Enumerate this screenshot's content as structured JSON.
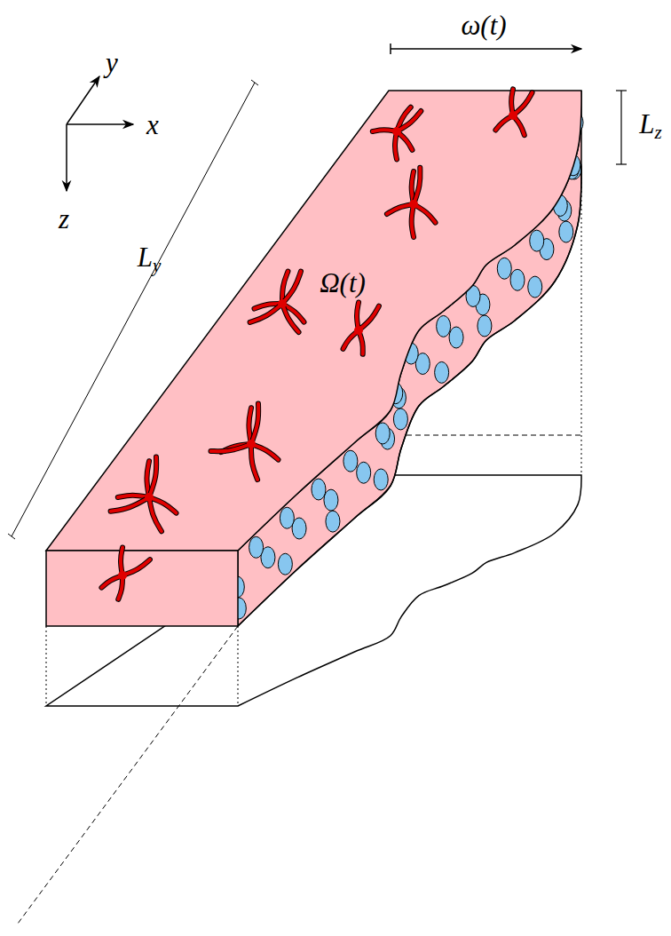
{
  "diagram": {
    "labels": [
      "y",
      "x",
      "z",
      "ω(t)",
      "Lz",
      "Ly",
      "Ω(t)"
    ]
  }
}
